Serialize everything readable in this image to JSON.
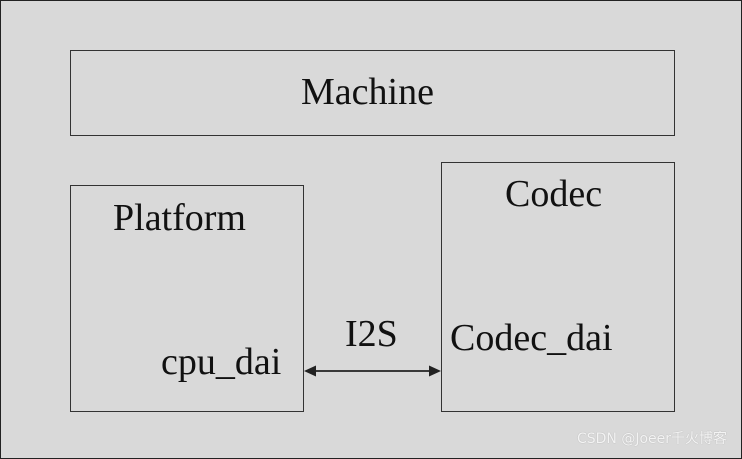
{
  "diagram": {
    "machine": "Machine",
    "platform": "Platform",
    "codec": "Codec",
    "cpu_dai": "cpu_dai",
    "codec_dai": "Codec_dai",
    "link": "I2S"
  },
  "watermark": "CSDN @Joeer千火博客",
  "colors": {
    "background": "#d9d9d9",
    "line": "#333333"
  }
}
